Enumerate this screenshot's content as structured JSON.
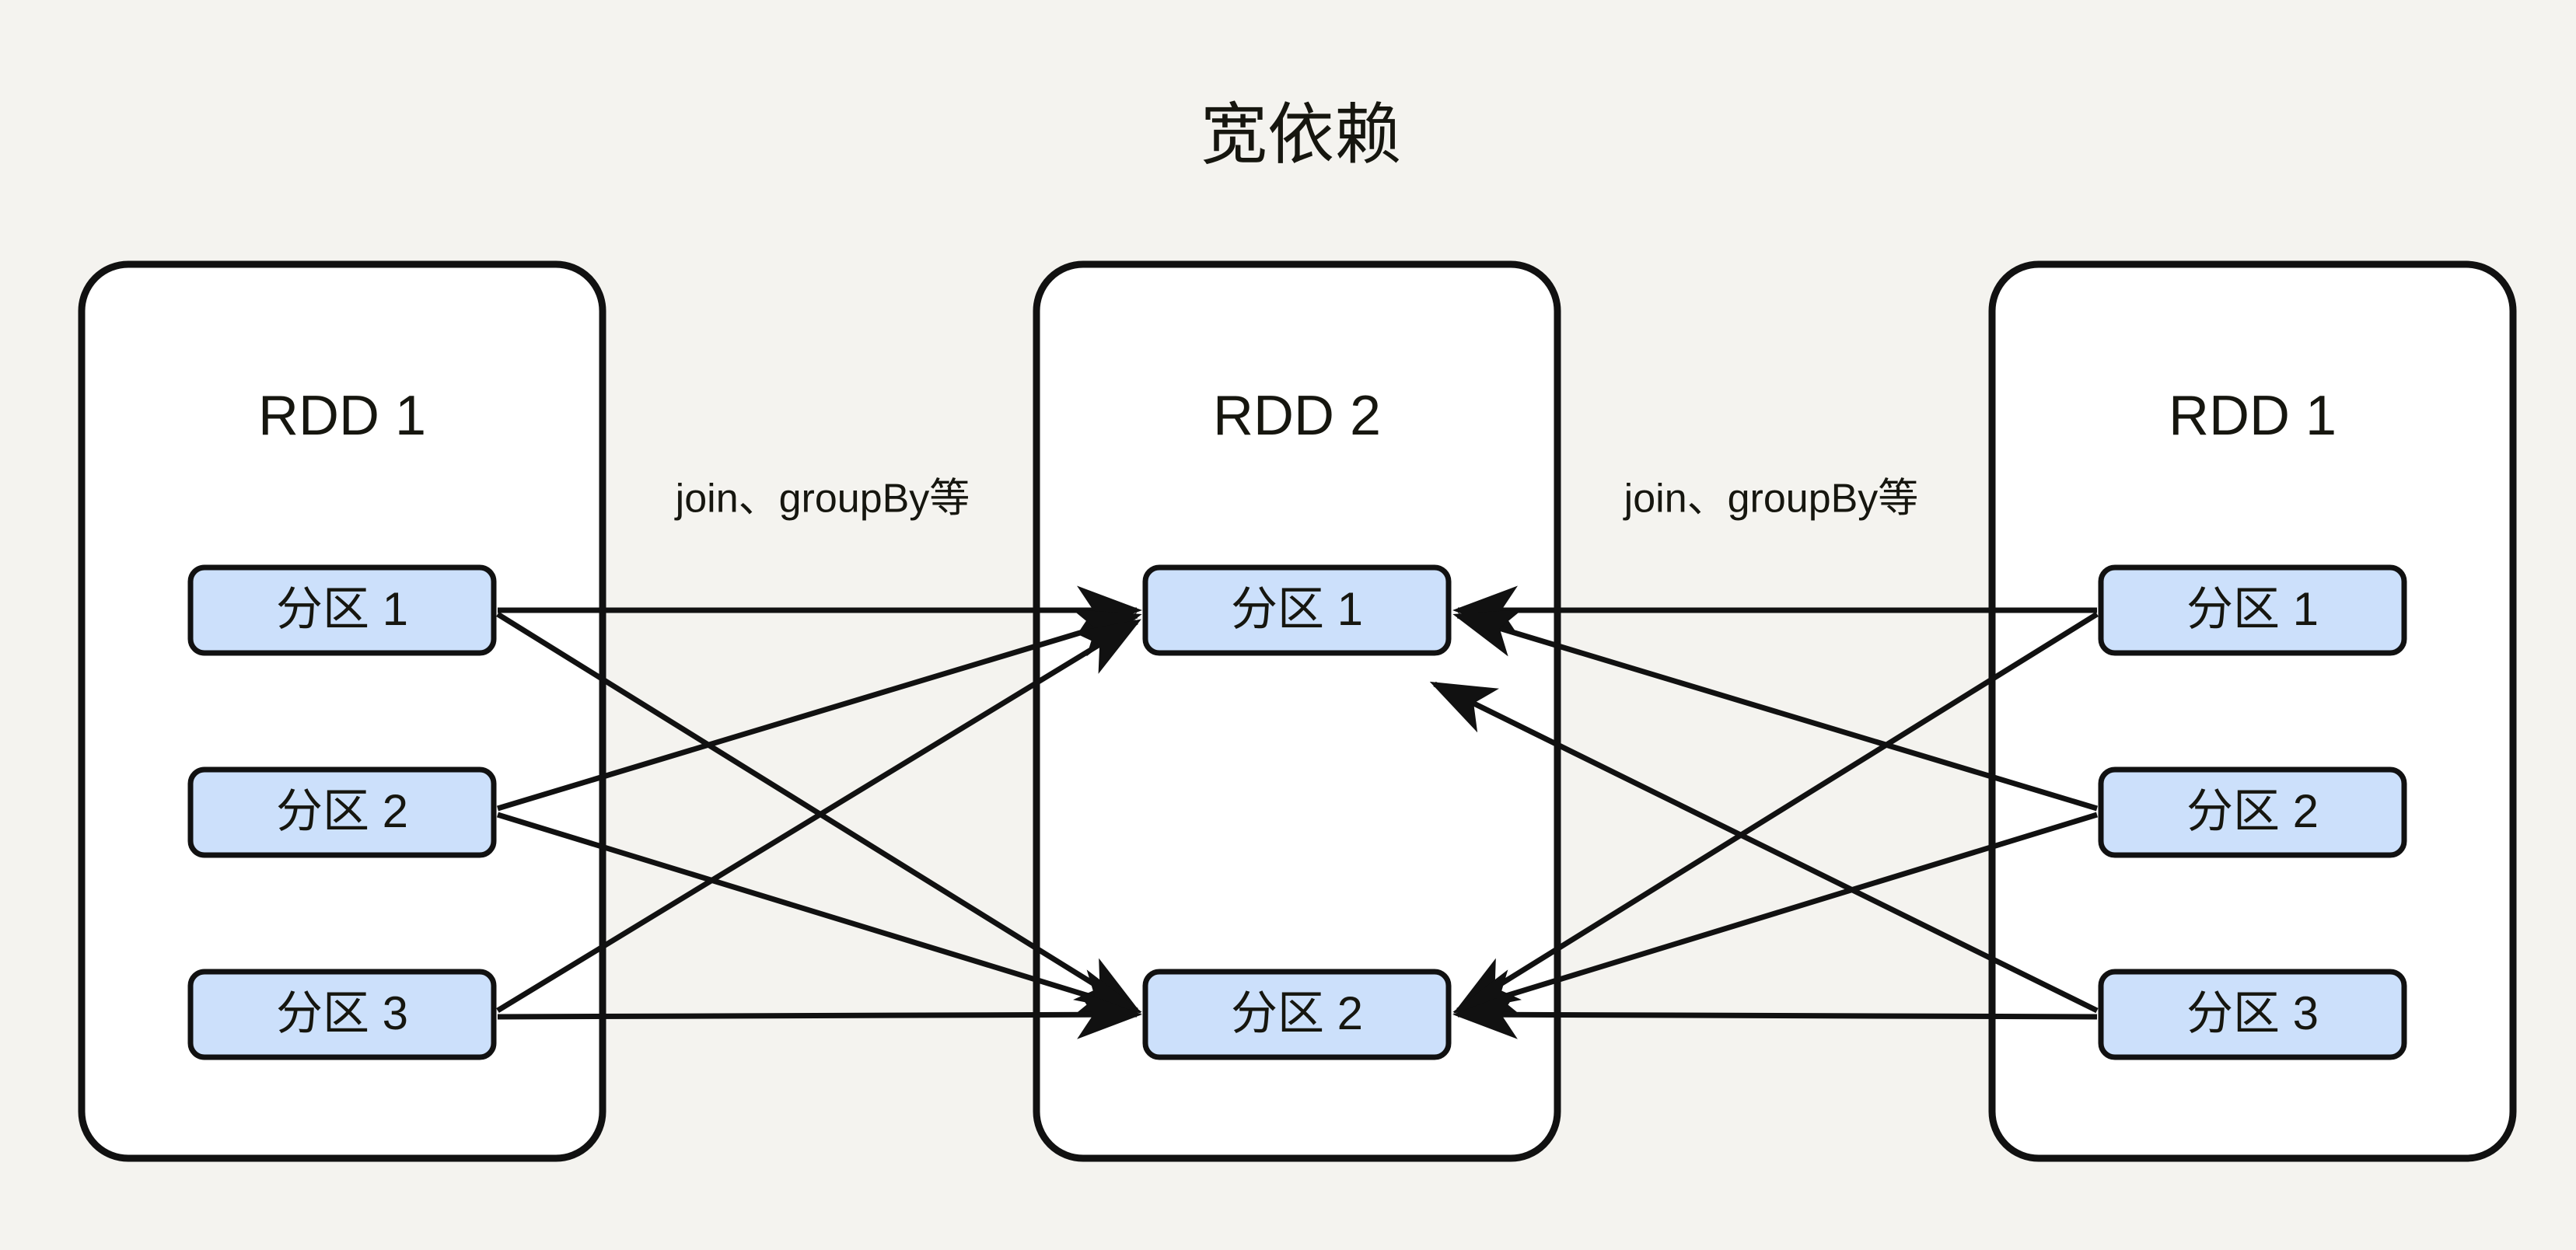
{
  "page": {
    "title": "宽依赖",
    "background_color": "#f4f3ef",
    "line_color": "#111111",
    "partition_fill": "#cce0fb",
    "rdd_fill": "#ffffff"
  },
  "diagram": {
    "type": "dependency-graph",
    "title": "宽依赖",
    "groups": [
      {
        "id": "left-rdd",
        "label": "RDD 1",
        "partitions": [
          {
            "id": "l1",
            "label": "分区 1"
          },
          {
            "id": "l2",
            "label": "分区 2"
          },
          {
            "id": "l3",
            "label": "分区 3"
          }
        ]
      },
      {
        "id": "middle-rdd",
        "label": "RDD 2",
        "partitions": [
          {
            "id": "m1",
            "label": "分区 1"
          },
          {
            "id": "m2",
            "label": "分区 2"
          }
        ]
      },
      {
        "id": "right-rdd",
        "label": "RDD 1",
        "partitions": [
          {
            "id": "r1",
            "label": "分区 1"
          },
          {
            "id": "r2",
            "label": "分区 2"
          },
          {
            "id": "r3",
            "label": "分区 3"
          }
        ]
      }
    ],
    "edge_labels": [
      {
        "id": "left-op",
        "text": "join、groupBy等"
      },
      {
        "id": "right-op",
        "text": "join、groupBy等"
      }
    ],
    "edges": [
      {
        "from": "l1",
        "to": "m1"
      },
      {
        "from": "l1",
        "to": "m2"
      },
      {
        "from": "l2",
        "to": "m1"
      },
      {
        "from": "l2",
        "to": "m2"
      },
      {
        "from": "l3",
        "to": "m1"
      },
      {
        "from": "l3",
        "to": "m2"
      },
      {
        "from": "r1",
        "to": "m1"
      },
      {
        "from": "r1",
        "to": "m2"
      },
      {
        "from": "r2",
        "to": "m1"
      },
      {
        "from": "r2",
        "to": "m2"
      },
      {
        "from": "r3",
        "to": "m1"
      },
      {
        "from": "r3",
        "to": "m2"
      }
    ]
  }
}
